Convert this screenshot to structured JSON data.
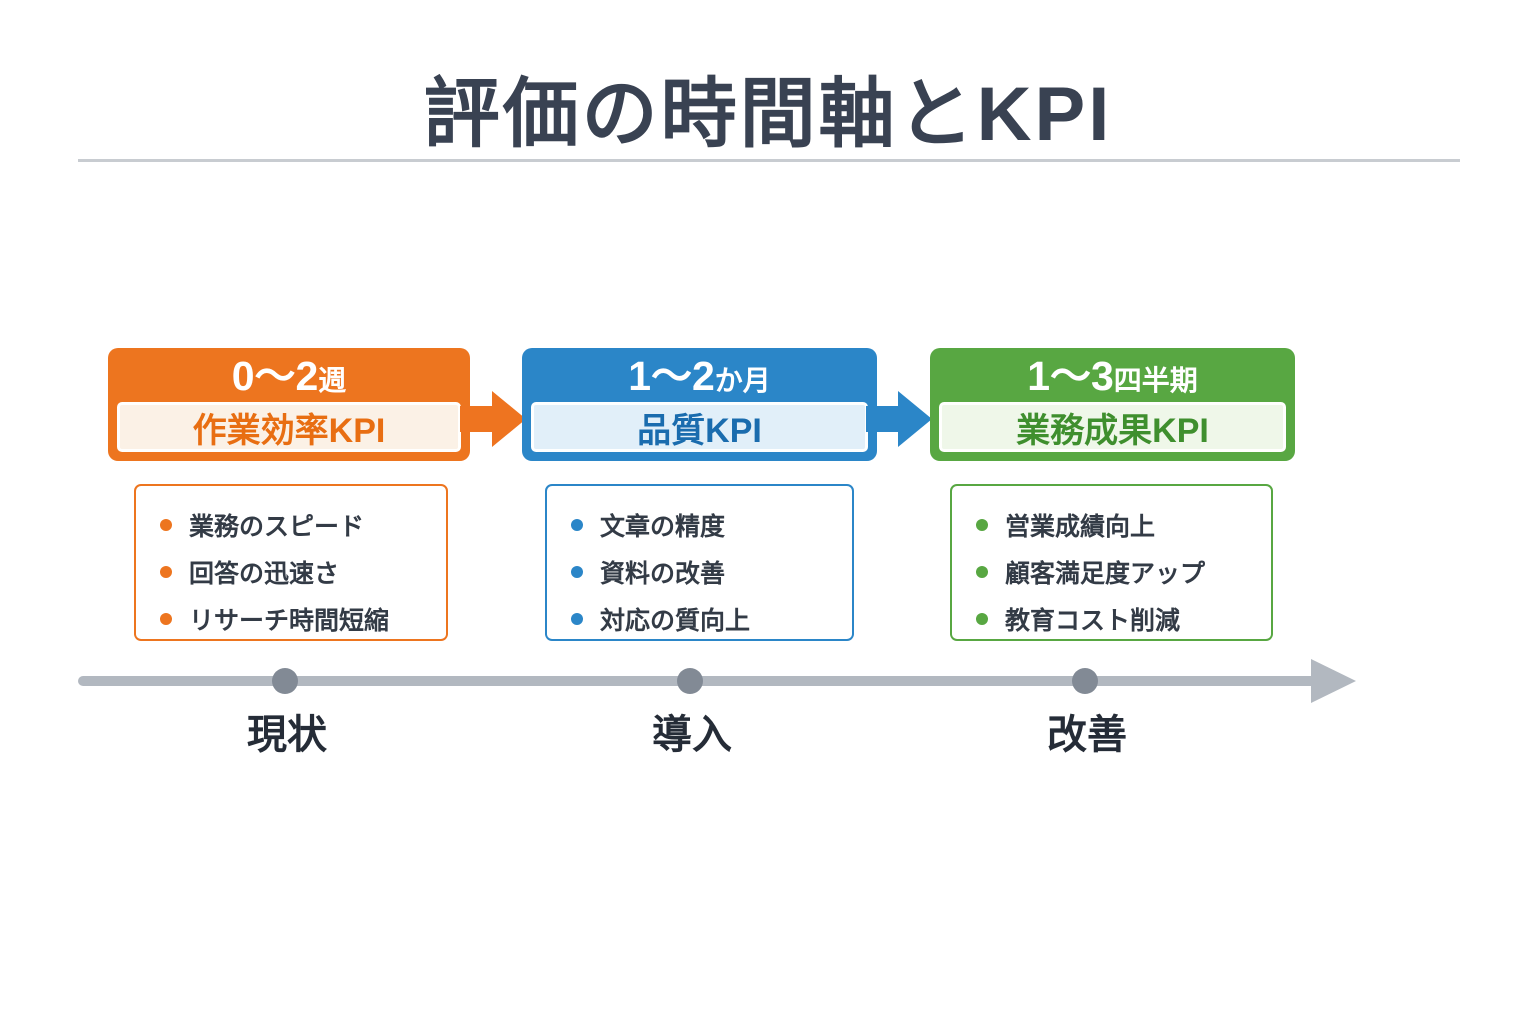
{
  "slide": {
    "title": "評価の時間軸とKPI"
  },
  "colors": {
    "title_text": "#394252",
    "stage1_orange": "#ed751f",
    "stage1_light": "#fbf1e6",
    "stage2_blue": "#2b86c8",
    "stage2_light": "#e1eff9",
    "stage3_green": "#58a742",
    "stage3_light": "#eff7e9",
    "timeline_gray": "#b2b8c0",
    "timeline_dot_gray": "#828a95",
    "body_text": "#333b46"
  },
  "columns": [
    {
      "period_number": "0〜2",
      "period_unit": "週",
      "kpi_label": "作業効率KPI",
      "items": [
        "業務のスピード",
        "回答の迅速さ",
        "リサーチ時間短縮"
      ]
    },
    {
      "period_number": "1〜2",
      "period_unit": "か月",
      "kpi_label": "品質KPI",
      "items": [
        "文章の精度",
        "資料の改善",
        "対応の質向上"
      ]
    },
    {
      "period_number": "1〜3",
      "period_unit": "四半期",
      "kpi_label": "業務成果KPI",
      "items": [
        "営業成績向上",
        "顧客満足度アップ",
        "教育コスト削減"
      ]
    }
  ],
  "timeline": {
    "labels": [
      "現状",
      "導入",
      "改善"
    ]
  }
}
